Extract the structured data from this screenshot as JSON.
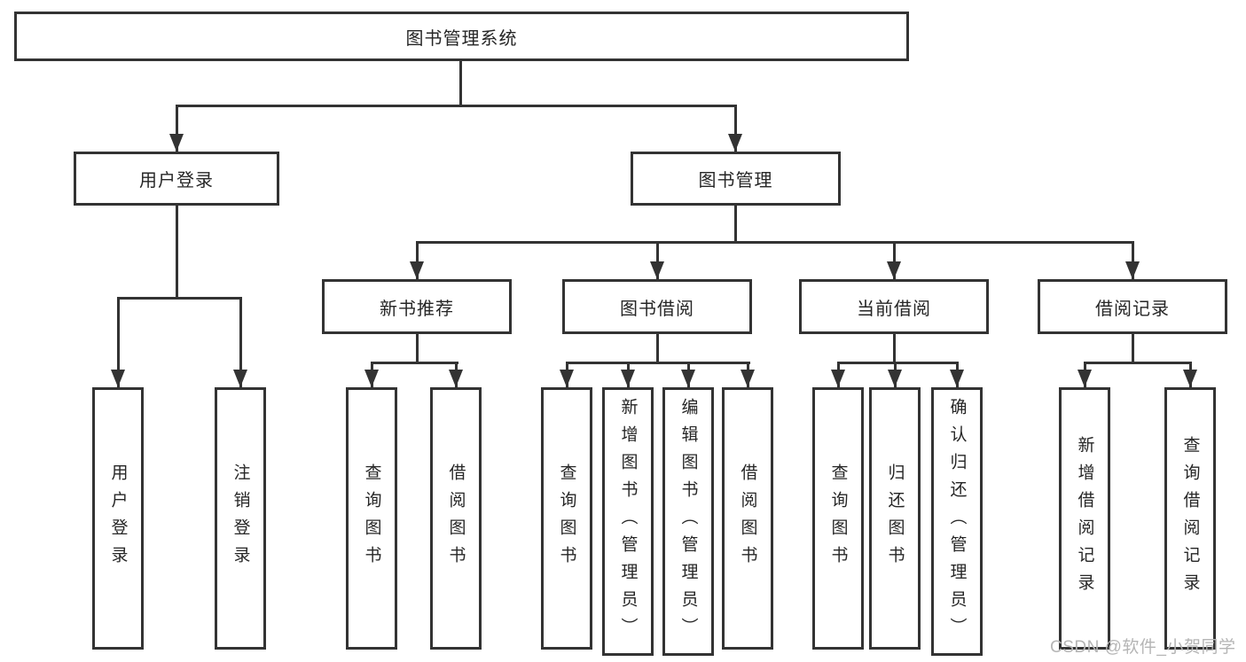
{
  "colors": {
    "line": "#333333",
    "text": "#262626",
    "watermark": "#b5b5b5",
    "background": "#ffffff"
  },
  "watermark": {
    "text": "CSDN @软件_小贺同学"
  },
  "diagram": {
    "root": {
      "label": "图书管理系统"
    },
    "branches": [
      {
        "label": "用户登录",
        "children": [
          {
            "label": "用户登录"
          },
          {
            "label": "注销登录"
          }
        ]
      },
      {
        "label": "图书管理",
        "children": [
          {
            "label": "新书推荐",
            "children": [
              {
                "label": "查询图书"
              },
              {
                "label": "借阅图书"
              }
            ]
          },
          {
            "label": "图书借阅",
            "children": [
              {
                "label": "查询图书"
              },
              {
                "label": "新增图书（管理员）"
              },
              {
                "label": "编辑图书（管理员）"
              },
              {
                "label": "借阅图书"
              }
            ]
          },
          {
            "label": "当前借阅",
            "children": [
              {
                "label": "查询图书"
              },
              {
                "label": "归还图书"
              },
              {
                "label": "确认归还（管理员）"
              }
            ]
          },
          {
            "label": "借阅记录",
            "children": [
              {
                "label": "新增借阅记录"
              },
              {
                "label": "查询借阅记录"
              }
            ]
          }
        ]
      }
    ]
  }
}
